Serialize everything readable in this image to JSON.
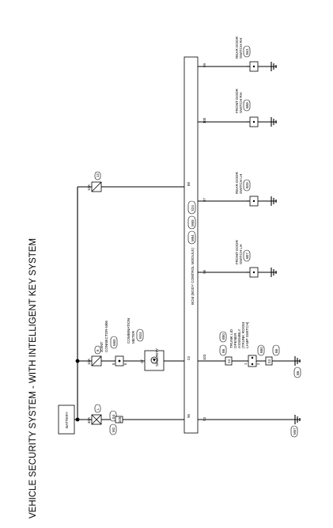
{
  "title": "VEHICLE SECURITY SYSTEM - WITH INTELLIGENT KEY SYSTEM",
  "battery": "BATTERY",
  "fuses": {
    "f40a": {
      "rating": "40A",
      "id": "L"
    },
    "f10a_c": {
      "rating": "10A",
      "id": "8"
    },
    "f10a_r": {
      "rating": "10A",
      "id": "12"
    }
  },
  "connectors": {
    "e4": "E4",
    "m2": "M2",
    "pin105": "105",
    "b6": "B6",
    "b50": "B50",
    "pin13": "13",
    "b60": "B60",
    "b6b": "B6",
    "pin23": "23",
    "b5": "B5",
    "m67": "M67",
    "m65": "M65",
    "m24": "M24",
    "s24": "S24",
    "m84": "M84"
  },
  "bcm": {
    "label": "BCM (BODY CONTROL MODULE)",
    "pins": [
      "96",
      "23",
      "103",
      "93",
      "98",
      "97",
      "88",
      "100",
      "99"
    ]
  },
  "joint": {
    "label_1": "JOINT",
    "label_2": "CONNECTOR-M06",
    "pin_a": "5",
    "pin_b": "6"
  },
  "meter": {
    "label_1": "COMBINATION",
    "label_2": "METER",
    "pin": "27",
    "security": "SECURITY"
  },
  "switches": {
    "trunk": {
      "l1": "TRUNK LID",
      "l2": "OPENER",
      "l3": "ASSEMBLY",
      "l4": "(TRUNK ROOM",
      "l5": "LAMP SWITCH)",
      "pin_a": "1",
      "pin_b": "2"
    },
    "fl": {
      "l1": "FRONT DOOR",
      "l2": "SWITCH LH",
      "conn": "B07",
      "pin": "1"
    },
    "rl": {
      "l1": "REAR DOOR",
      "l2": "SWITCH LH",
      "conn": "B26",
      "pin": "1"
    },
    "fr": {
      "l1": "FRONT DOOR",
      "l2": "SWITCH RH",
      "conn": "B58",
      "pin": "1"
    },
    "rr": {
      "l1": "REAR DOOR",
      "l2": "SWITCH RH",
      "conn": "B41",
      "pin": "1"
    }
  }
}
